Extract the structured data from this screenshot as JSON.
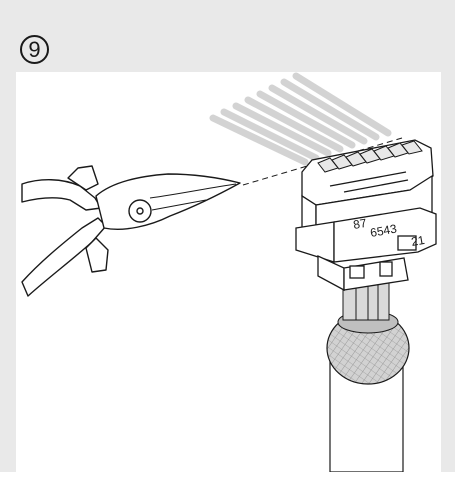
{
  "step": {
    "number_label": "9"
  },
  "connector": {
    "pin_labels_upper": "87",
    "pin_labels_middle": "6543",
    "pin_labels_lower": "21"
  },
  "colors": {
    "panel_background": "#e9e9e9",
    "line": "#1a1a1a",
    "wire_fill": "#d9d9d9",
    "shield_fill": "#c8c8c8"
  }
}
